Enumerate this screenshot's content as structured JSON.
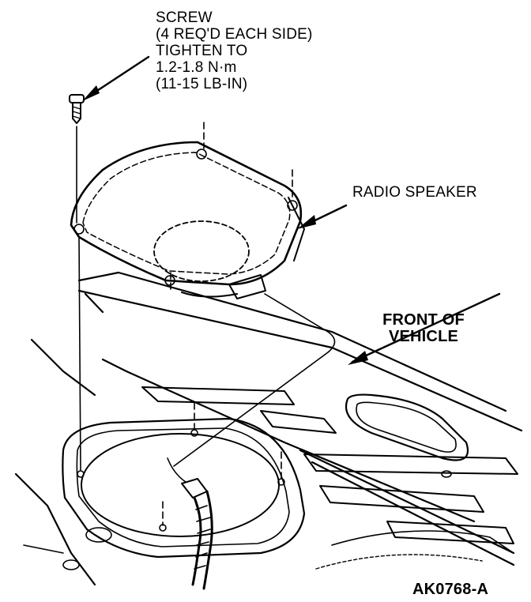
{
  "callouts": {
    "screw": {
      "lines": [
        "SCREW",
        "(4 REQ'D EACH SIDE)",
        "TIGHTEN TO",
        "1.2-1.8 N·m",
        "(11-15 LB-IN)"
      ]
    },
    "radio_speaker": {
      "text": "RADIO SPEAKER"
    },
    "front_of_vehicle": {
      "lines": [
        "FRONT OF",
        "VEHICLE"
      ]
    }
  },
  "figure_id": "AK0768-A",
  "colors": {
    "ink": "#000000",
    "paper": "#ffffff"
  }
}
